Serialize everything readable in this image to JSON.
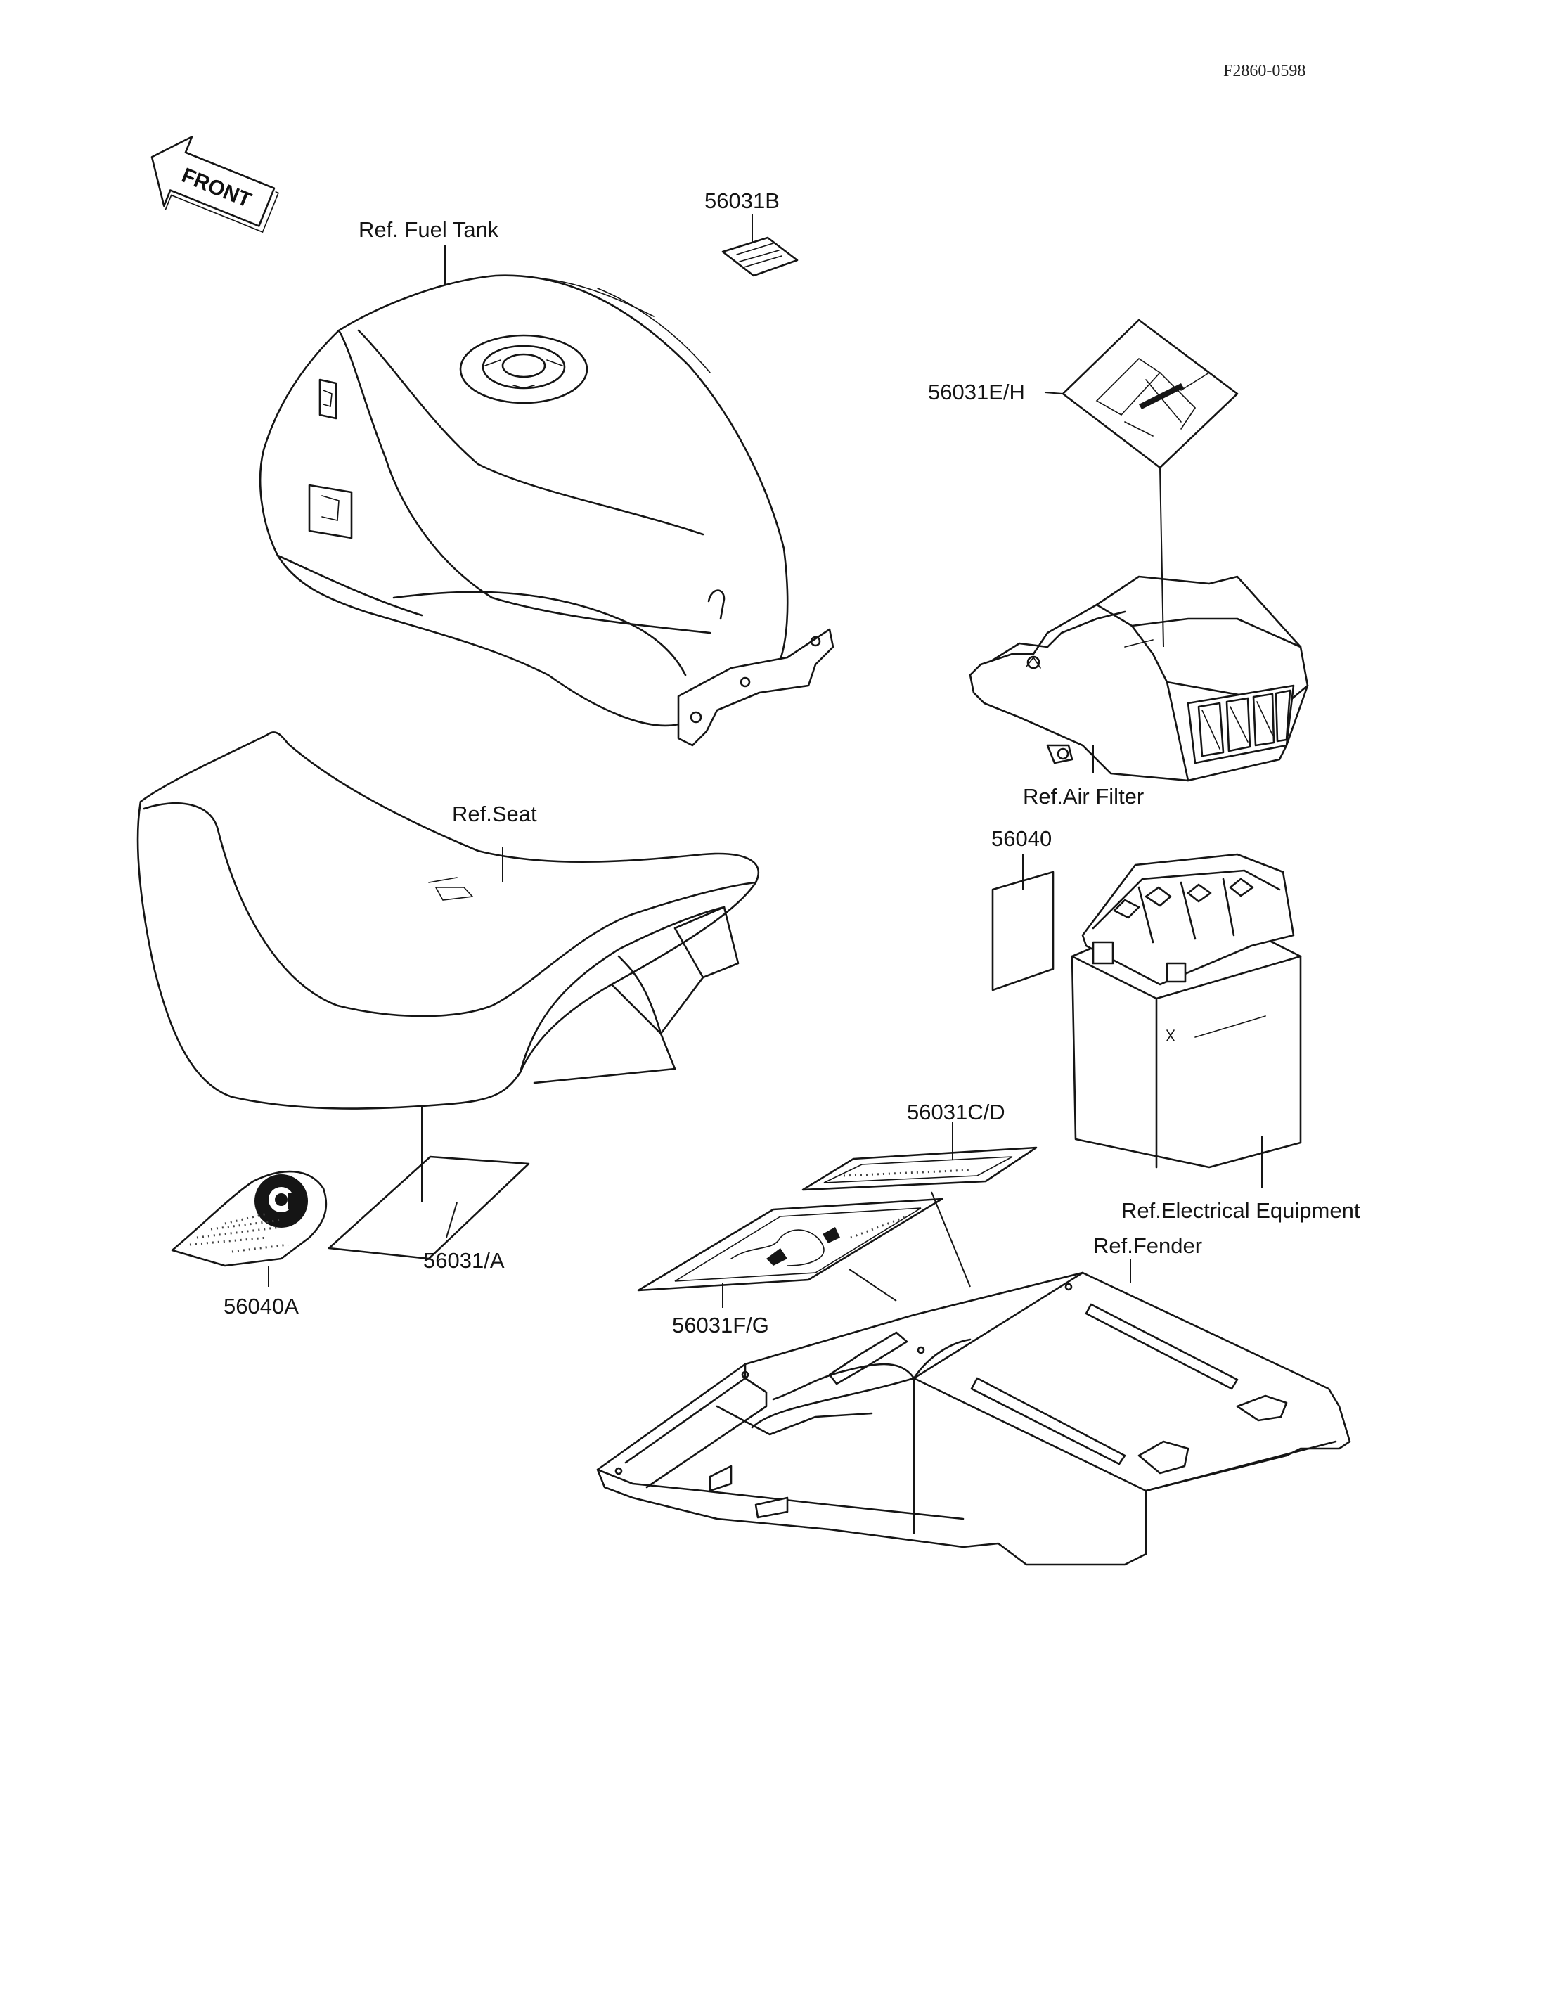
{
  "drawing_code": "F2860-0598",
  "front_arrow": {
    "label": "FRONT",
    "icon": "front-arrow-icon"
  },
  "references": {
    "fuel_tank": "Ref. Fuel Tank",
    "seat": "Ref.Seat",
    "air_filter": "Ref.Air Filter",
    "electrical": "Ref.Electrical Equipment",
    "fender": "Ref.Fender"
  },
  "parts": [
    {
      "id": "56031B"
    },
    {
      "id": "56031E/H"
    },
    {
      "id": "56040"
    },
    {
      "id": "56031C/D"
    },
    {
      "id": "56031F/G"
    },
    {
      "id": "56031/A"
    },
    {
      "id": "56040A"
    }
  ]
}
